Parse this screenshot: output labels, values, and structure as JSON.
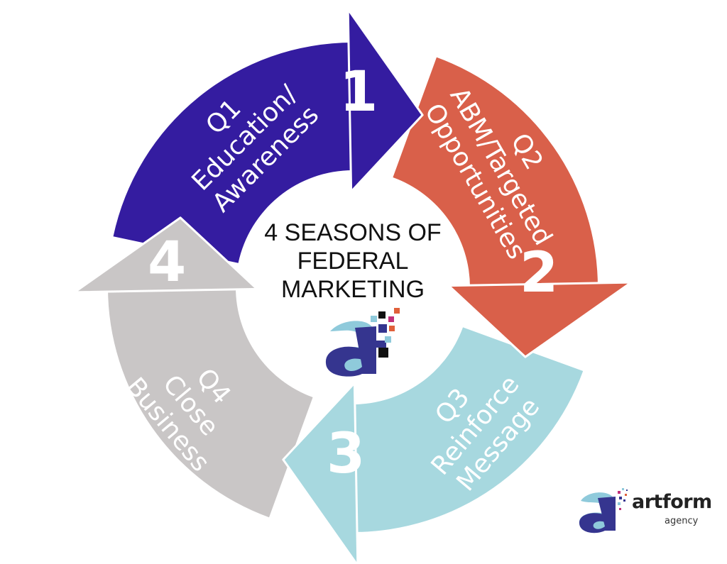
{
  "title": "4 SEASONS OF FEDERAL MARKETING",
  "title_lines": [
    "4 SEASONS OF",
    "FEDERAL",
    "MARKETING"
  ],
  "seasons": [
    {
      "number": "1",
      "quarter": "Q1",
      "lines": [
        "Q1",
        "Education/",
        "Awareness"
      ],
      "color": "#341ca0"
    },
    {
      "number": "2",
      "quarter": "Q2",
      "lines": [
        "Q2",
        "ABM/Targeted",
        "Opportunities"
      ],
      "color": "#d9604a"
    },
    {
      "number": "3",
      "quarter": "Q3",
      "lines": [
        "Q3",
        "Reinforce",
        "Message"
      ],
      "color": "#a7d8df"
    },
    {
      "number": "4",
      "quarter": "Q4",
      "lines": [
        "Q4",
        "Close",
        "Business"
      ],
      "color": "#c9c6c6"
    }
  ],
  "brand": {
    "name": "artform",
    "sub": "agency",
    "logo_letter": "a",
    "color_dark": "#35358f",
    "color_light": "#8fcadb"
  }
}
